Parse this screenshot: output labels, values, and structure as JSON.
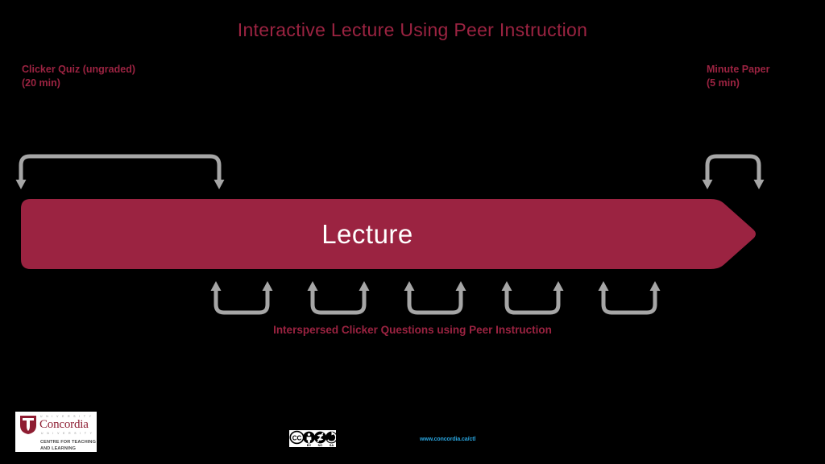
{
  "slide": {
    "title": "Interactive Lecture Using Peer Instruction",
    "background_color": "#000000",
    "accent_color": "#9b2341",
    "bracket_color": "#a6a6a6",
    "link_color": "#29a3dc"
  },
  "labels": {
    "clicker_quiz": {
      "line1": "Clicker Quiz (ungraded)",
      "line2": "(20 min)"
    },
    "minute_paper": {
      "line1": "Minute Paper",
      "line2": "(5 min)"
    }
  },
  "lecture": {
    "label": "Lecture",
    "fill_color": "#9b2341",
    "text_color": "#ffffff"
  },
  "caption": {
    "interspersed": "Interspersed Clicker Questions using Peer Instruction"
  },
  "brackets": {
    "top": [
      {
        "name": "clicker-quiz-bracket",
        "direction": "down"
      },
      {
        "name": "minute-paper-bracket",
        "direction": "down"
      }
    ],
    "bottom_count": 5,
    "bottom_direction": "up"
  },
  "footer": {
    "logo": {
      "wordmark_top": "U N I V E R S I T Y",
      "wordmark_main": "Concordia",
      "wordmark_bottom": "U N I V E R S I T Y",
      "unit_line1": "CENTRE FOR TEACHING",
      "unit_line2": "AND LEARNING"
    },
    "license": {
      "badge": "CC",
      "terms": [
        "BY",
        "NC",
        "SA"
      ]
    },
    "url": "www.concordia.ca/ctl"
  }
}
